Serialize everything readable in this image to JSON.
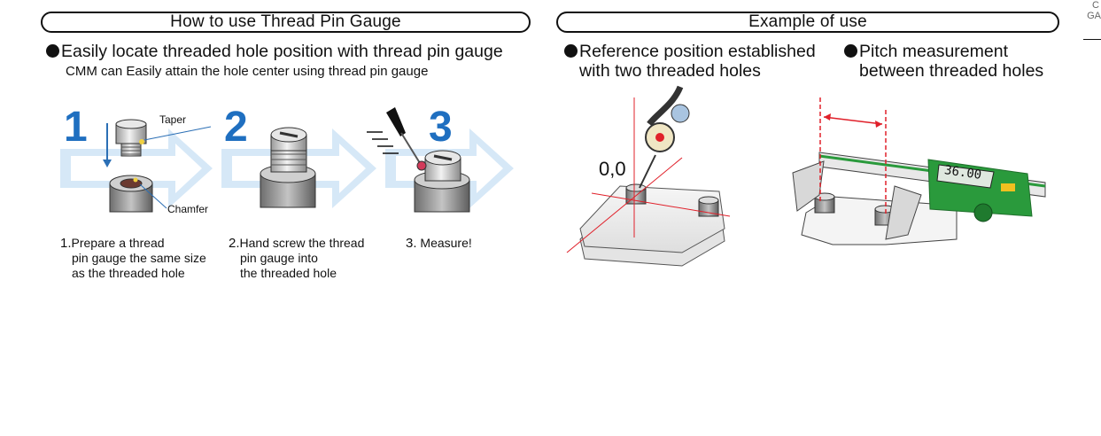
{
  "header_left": "How to use Thread Pin Gauge",
  "header_right": "Example of use",
  "corner": {
    "line1": "C",
    "line2": "GA"
  },
  "intro": {
    "bullet": "Easily locate threaded hole position with thread pin gauge",
    "sub": "CMM can Easily attain the hole center using thread pin gauge"
  },
  "steps": [
    {
      "number": "1",
      "num_label": "1.",
      "lines": [
        "Prepare a thread",
        "pin gauge the same size",
        "as the threaded hole"
      ]
    },
    {
      "number": "2",
      "num_label": "2.",
      "lines": [
        "Hand screw the thread",
        "pin gauge into",
        "the threaded hole"
      ]
    },
    {
      "number": "3",
      "num_label": "3.",
      "lines": [
        "Measure!"
      ]
    }
  ],
  "labels": {
    "taper": "Taper",
    "chamfer": "Chamfer"
  },
  "examples": {
    "reference": {
      "line1": "Reference position established",
      "line2": "with two threaded holes",
      "origin": "0,0"
    },
    "pitch": {
      "line1": "Pitch measurement",
      "line2": "between threaded holes",
      "display": "36.00"
    }
  },
  "colors": {
    "step_blue": "#1f6fc0",
    "arrow_fill": "#d6e8f7",
    "red": "#e0202a",
    "green": "#2a9a3c"
  }
}
